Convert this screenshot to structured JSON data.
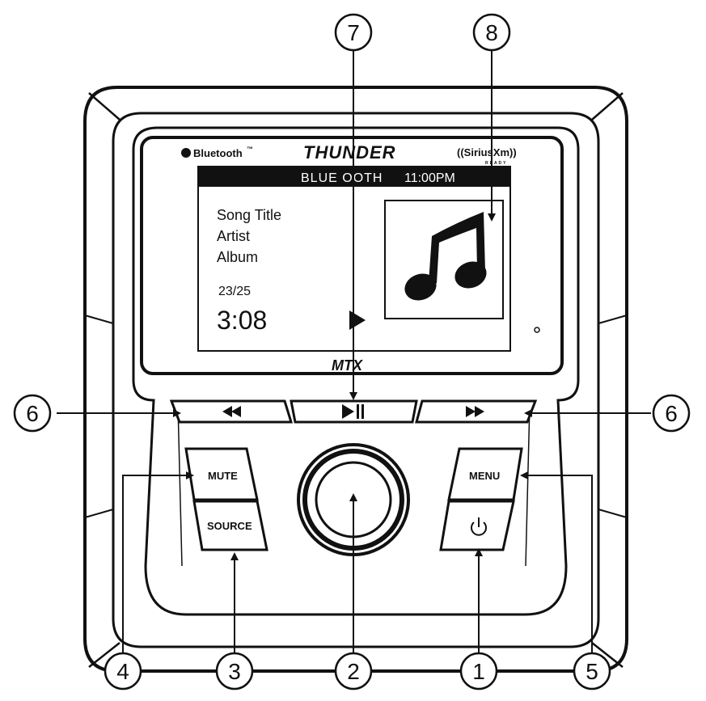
{
  "brand": {
    "bluetooth_logo": "Bluetooth",
    "bluetooth_tm": "™",
    "main_logo": "THUNDER",
    "siriusxm_logo": "((SiriusXm))",
    "siriusxm_sub": "READY",
    "bottom_logo": "MTX"
  },
  "screen": {
    "header_source": "BLUE OOTH",
    "header_time": "11:00PM",
    "song_title": "Song Title",
    "artist": "Artist",
    "album": "Album",
    "track_count": "23/25",
    "elapsed_time": "3:08",
    "album_art_icon": "music-note-icon",
    "play_state_icon": "play-icon"
  },
  "buttons": {
    "previous_icon": "rewind-icon",
    "play_pause_icon": "play-pause-icon",
    "next_icon": "fast-forward-icon",
    "mute_label": "MUTE",
    "source_label": "SOURCE",
    "menu_label": "MENU",
    "power_icon": "power-icon",
    "volume_knob": "rotary-knob"
  },
  "callouts": {
    "c1": "1",
    "c2": "2",
    "c3": "3",
    "c4": "4",
    "c5": "5",
    "c6_left": "6",
    "c6_right": "6",
    "c7": "7",
    "c8": "8"
  }
}
